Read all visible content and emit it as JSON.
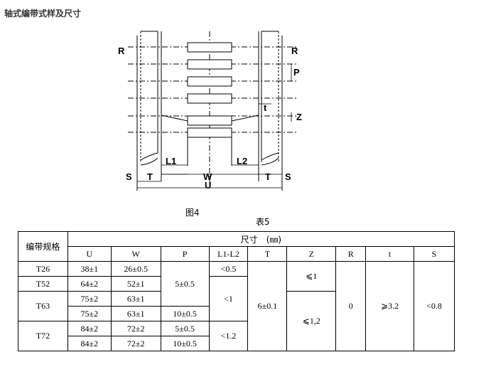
{
  "title": "轴式编带式样及尺寸",
  "figure": {
    "caption": "图4",
    "labels": {
      "R": "R",
      "P": "P",
      "t": "t",
      "Z": "Z",
      "L1": "L1",
      "L2": "L2",
      "S": "S",
      "T": "T",
      "W": "W",
      "U": "U"
    }
  },
  "table": {
    "caption": "表5",
    "spec_header": "编带规格",
    "dim_header": "尺寸　(㎜)",
    "columns": [
      "U",
      "W",
      "P",
      "L1-L2",
      "T",
      "Z",
      "R",
      "t",
      "S"
    ],
    "rows": [
      {
        "spec": "T26",
        "U": "38±1",
        "W": "26±0.5"
      },
      {
        "spec": "T52",
        "U": "64±2",
        "W": "52±1"
      },
      {
        "spec": "T63",
        "U": "75±2",
        "W": "63±1"
      },
      {
        "U": "75±2",
        "W": "63±1"
      },
      {
        "spec": "T72",
        "U": "84±2",
        "W": "72±2"
      },
      {
        "U": "84±2",
        "W": "72±2"
      }
    ],
    "merged": {
      "P_1": "5±0.5",
      "P_2": "10±0.5",
      "P_3": "5±0.5",
      "P_4": "10±0.5",
      "L_1": "<0.5",
      "L_2": "<1",
      "L_3": "<1.2",
      "T": "6±0.1",
      "Z_1": "⩽1",
      "Z_2": "⩽1,2",
      "R": "0",
      "t": "⩾3.2",
      "S": "<0.8"
    }
  }
}
